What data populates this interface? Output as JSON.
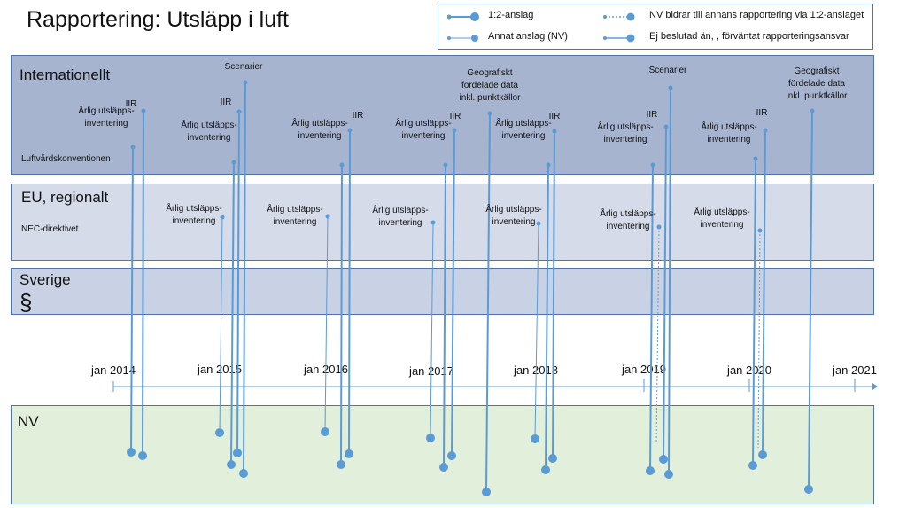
{
  "title": "Rapportering: Utsläpp i luft",
  "legend": {
    "item1": "1:2-anslag",
    "item2": "Annat anslag (NV)",
    "item3": "NV bidrar till annans rapportering via 1:2-anslaget",
    "item4": "Ej beslutad än, , förväntat rapporteringsansvar"
  },
  "bands": {
    "international": {
      "label": "Internationellt",
      "sub": "Luftvårdskonventionen"
    },
    "eu": {
      "label": "EU, regionalt",
      "sub": "NEC-direktivet"
    },
    "sweden": {
      "label": "Sverige",
      "symbol": "§"
    },
    "nv": {
      "label": "NV"
    }
  },
  "colors": {
    "line": "#5b9bd5",
    "band_international": "#a7b4cf",
    "band_eu": "#d5dbe8",
    "band_sweden": "#c9d2e4",
    "band_nv": "#e2efda",
    "border": "#4f73a8"
  },
  "timeline": {
    "years": [
      "jan 2014",
      "jan 2015",
      "jan 2016",
      "jan 2017",
      "jan 2018",
      "jan 2019",
      "jan 2020",
      "jan 2021"
    ]
  },
  "labels": {
    "arlig_inv": "Årlig utsläpps- inventering",
    "iir": "IIR",
    "scenarier": "Scenarier",
    "geo": "Geografiskt fördelade data inkl. punktkällor"
  }
}
